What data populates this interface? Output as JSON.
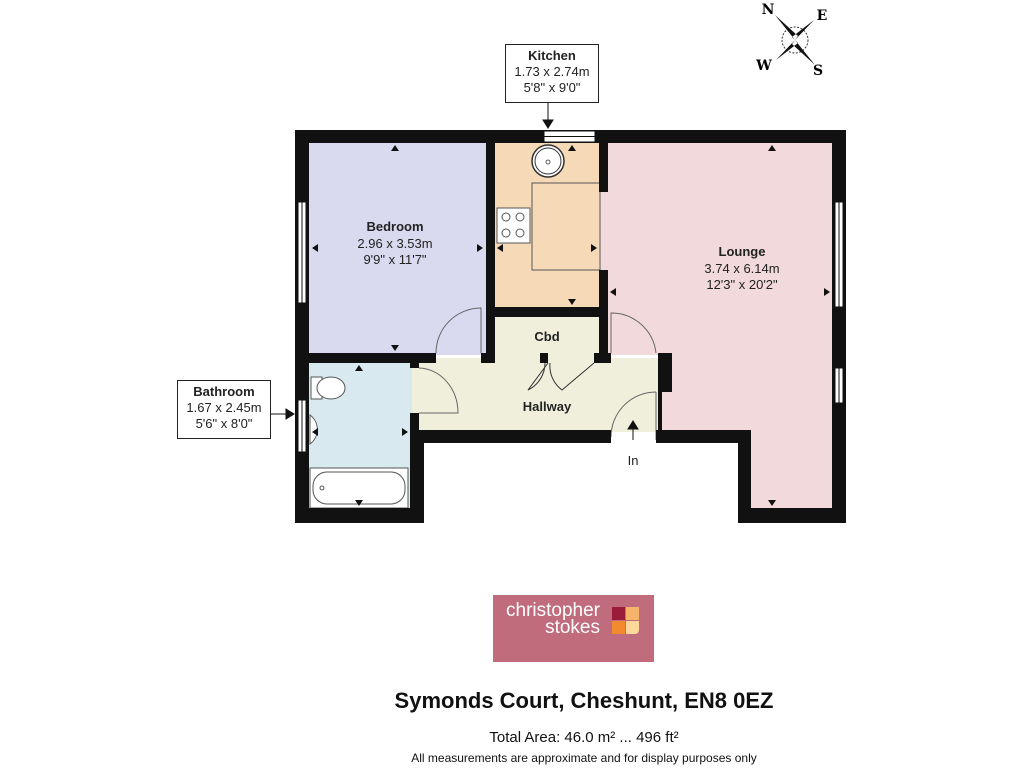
{
  "rooms": {
    "bedroom": {
      "name": "Bedroom",
      "metric": "2.96 x 3.53m",
      "imperial": "9'9\" x 11'7\""
    },
    "lounge": {
      "name": "Lounge",
      "metric": "3.74 x 6.14m",
      "imperial": "12'3\" x 20'2\""
    },
    "cbd": {
      "name": "Cbd"
    },
    "hallway": {
      "name": "Hallway"
    },
    "kitchen": {
      "name": "Kitchen",
      "metric": "1.73 x 2.74m",
      "imperial": "5'8\" x 9'0\""
    },
    "bathroom": {
      "name": "Bathroom",
      "metric": "1.67 x 2.45m",
      "imperial": "5'6\" x 8'0\""
    }
  },
  "entrance_label": "In",
  "compass": {
    "n": "N",
    "e": "E",
    "s": "S",
    "w": "W"
  },
  "logo": {
    "line1": "christopher",
    "line2": "stokes"
  },
  "address": "Symonds Court, Cheshunt, EN8 0EZ",
  "total_area": "Total Area: 46.0 m² ... 496 ft²",
  "disclaimer": "All measurements are approximate and for display purposes only",
  "colors": {
    "bedroom": "#d9d9ef",
    "kitchen": "#f6d9b6",
    "lounge": "#f1d9dc",
    "hallway": "#efefdc",
    "bathroom": "#d8eaef",
    "logo_bg": "#c06c7c"
  }
}
